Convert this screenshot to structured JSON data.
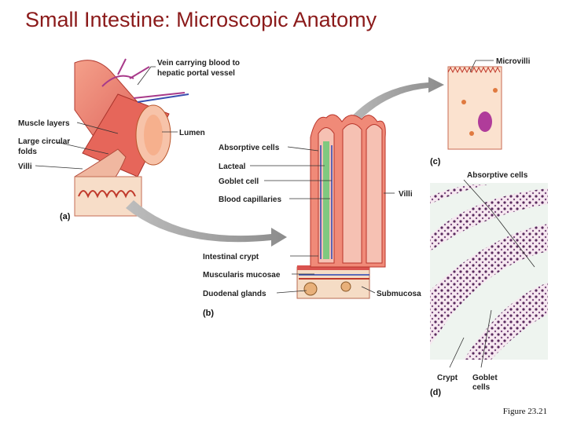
{
  "title": "Small Intestine: Microscopic Anatomy",
  "figure_number": "Figure 23.21",
  "panels": {
    "a": "(a)",
    "b": "(b)",
    "c": "(c)",
    "d": "(d)"
  },
  "labels": {
    "vein": [
      "Vein carrying blood to",
      "hepatic portal vessel"
    ],
    "muscle_layers": "Muscle layers",
    "large_circular_folds": [
      "Large circular",
      "folds"
    ],
    "villi_a": "Villi",
    "lumen": "Lumen",
    "absorptive_cells_b": "Absorptive cells",
    "lacteal": "Lacteal",
    "goblet_cell": "Goblet cell",
    "blood_capillaries": "Blood capillaries",
    "villi_b": "Villi",
    "intestinal_crypt": "Intestinal crypt",
    "muscularis_mucosae": "Muscularis mucosae",
    "duodenal_glands": "Duodenal glands",
    "submucosa": "Submucosa",
    "microvilli": "Microvilli",
    "absorptive_cells_d": "Absorptive cells",
    "crypt": "Crypt",
    "goblet_cells": [
      "Goblet",
      "cells"
    ]
  }
}
